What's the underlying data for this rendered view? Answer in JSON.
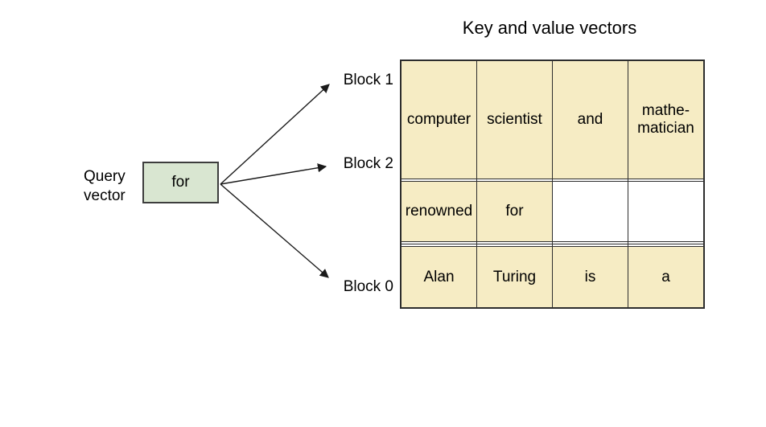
{
  "title": "Key and value vectors",
  "query": {
    "label": "Query\nvector",
    "box_text": "for"
  },
  "block_labels": {
    "block1": "Block 1",
    "block2": "Block 2",
    "block0": "Block 0"
  },
  "table": {
    "columns": 4,
    "rows": [
      {
        "cells": [
          {
            "text": "computer",
            "highlight": true
          },
          {
            "text": "scientist",
            "highlight": true
          },
          {
            "text": "and",
            "highlight": true
          },
          {
            "text": "mathe-\nmatician",
            "highlight": true
          }
        ]
      },
      {
        "cells": [
          {
            "text": "",
            "highlight": false
          },
          {
            "text": "",
            "highlight": false
          },
          {
            "text": "",
            "highlight": false
          },
          {
            "text": "",
            "highlight": false
          }
        ]
      },
      {
        "cells": [
          {
            "text": "renowned",
            "highlight": true
          },
          {
            "text": "for",
            "highlight": true
          },
          {
            "text": "",
            "highlight": false
          },
          {
            "text": "",
            "highlight": false
          }
        ]
      },
      {
        "cells": [
          {
            "text": "",
            "highlight": false
          },
          {
            "text": "",
            "highlight": false
          },
          {
            "text": "",
            "highlight": false
          },
          {
            "text": "",
            "highlight": false
          }
        ]
      },
      {
        "cells": [
          {
            "text": "",
            "highlight": false
          },
          {
            "text": "",
            "highlight": false
          },
          {
            "text": "",
            "highlight": false
          },
          {
            "text": "",
            "highlight": false
          }
        ]
      },
      {
        "cells": [
          {
            "text": "Alan",
            "highlight": true
          },
          {
            "text": "Turing",
            "highlight": true
          },
          {
            "text": "is",
            "highlight": true
          },
          {
            "text": "a",
            "highlight": true
          }
        ]
      }
    ]
  },
  "colors": {
    "highlight": "#f6ecc4",
    "query_box_fill": "#d9e6d1",
    "line": "#1a1a1a"
  }
}
